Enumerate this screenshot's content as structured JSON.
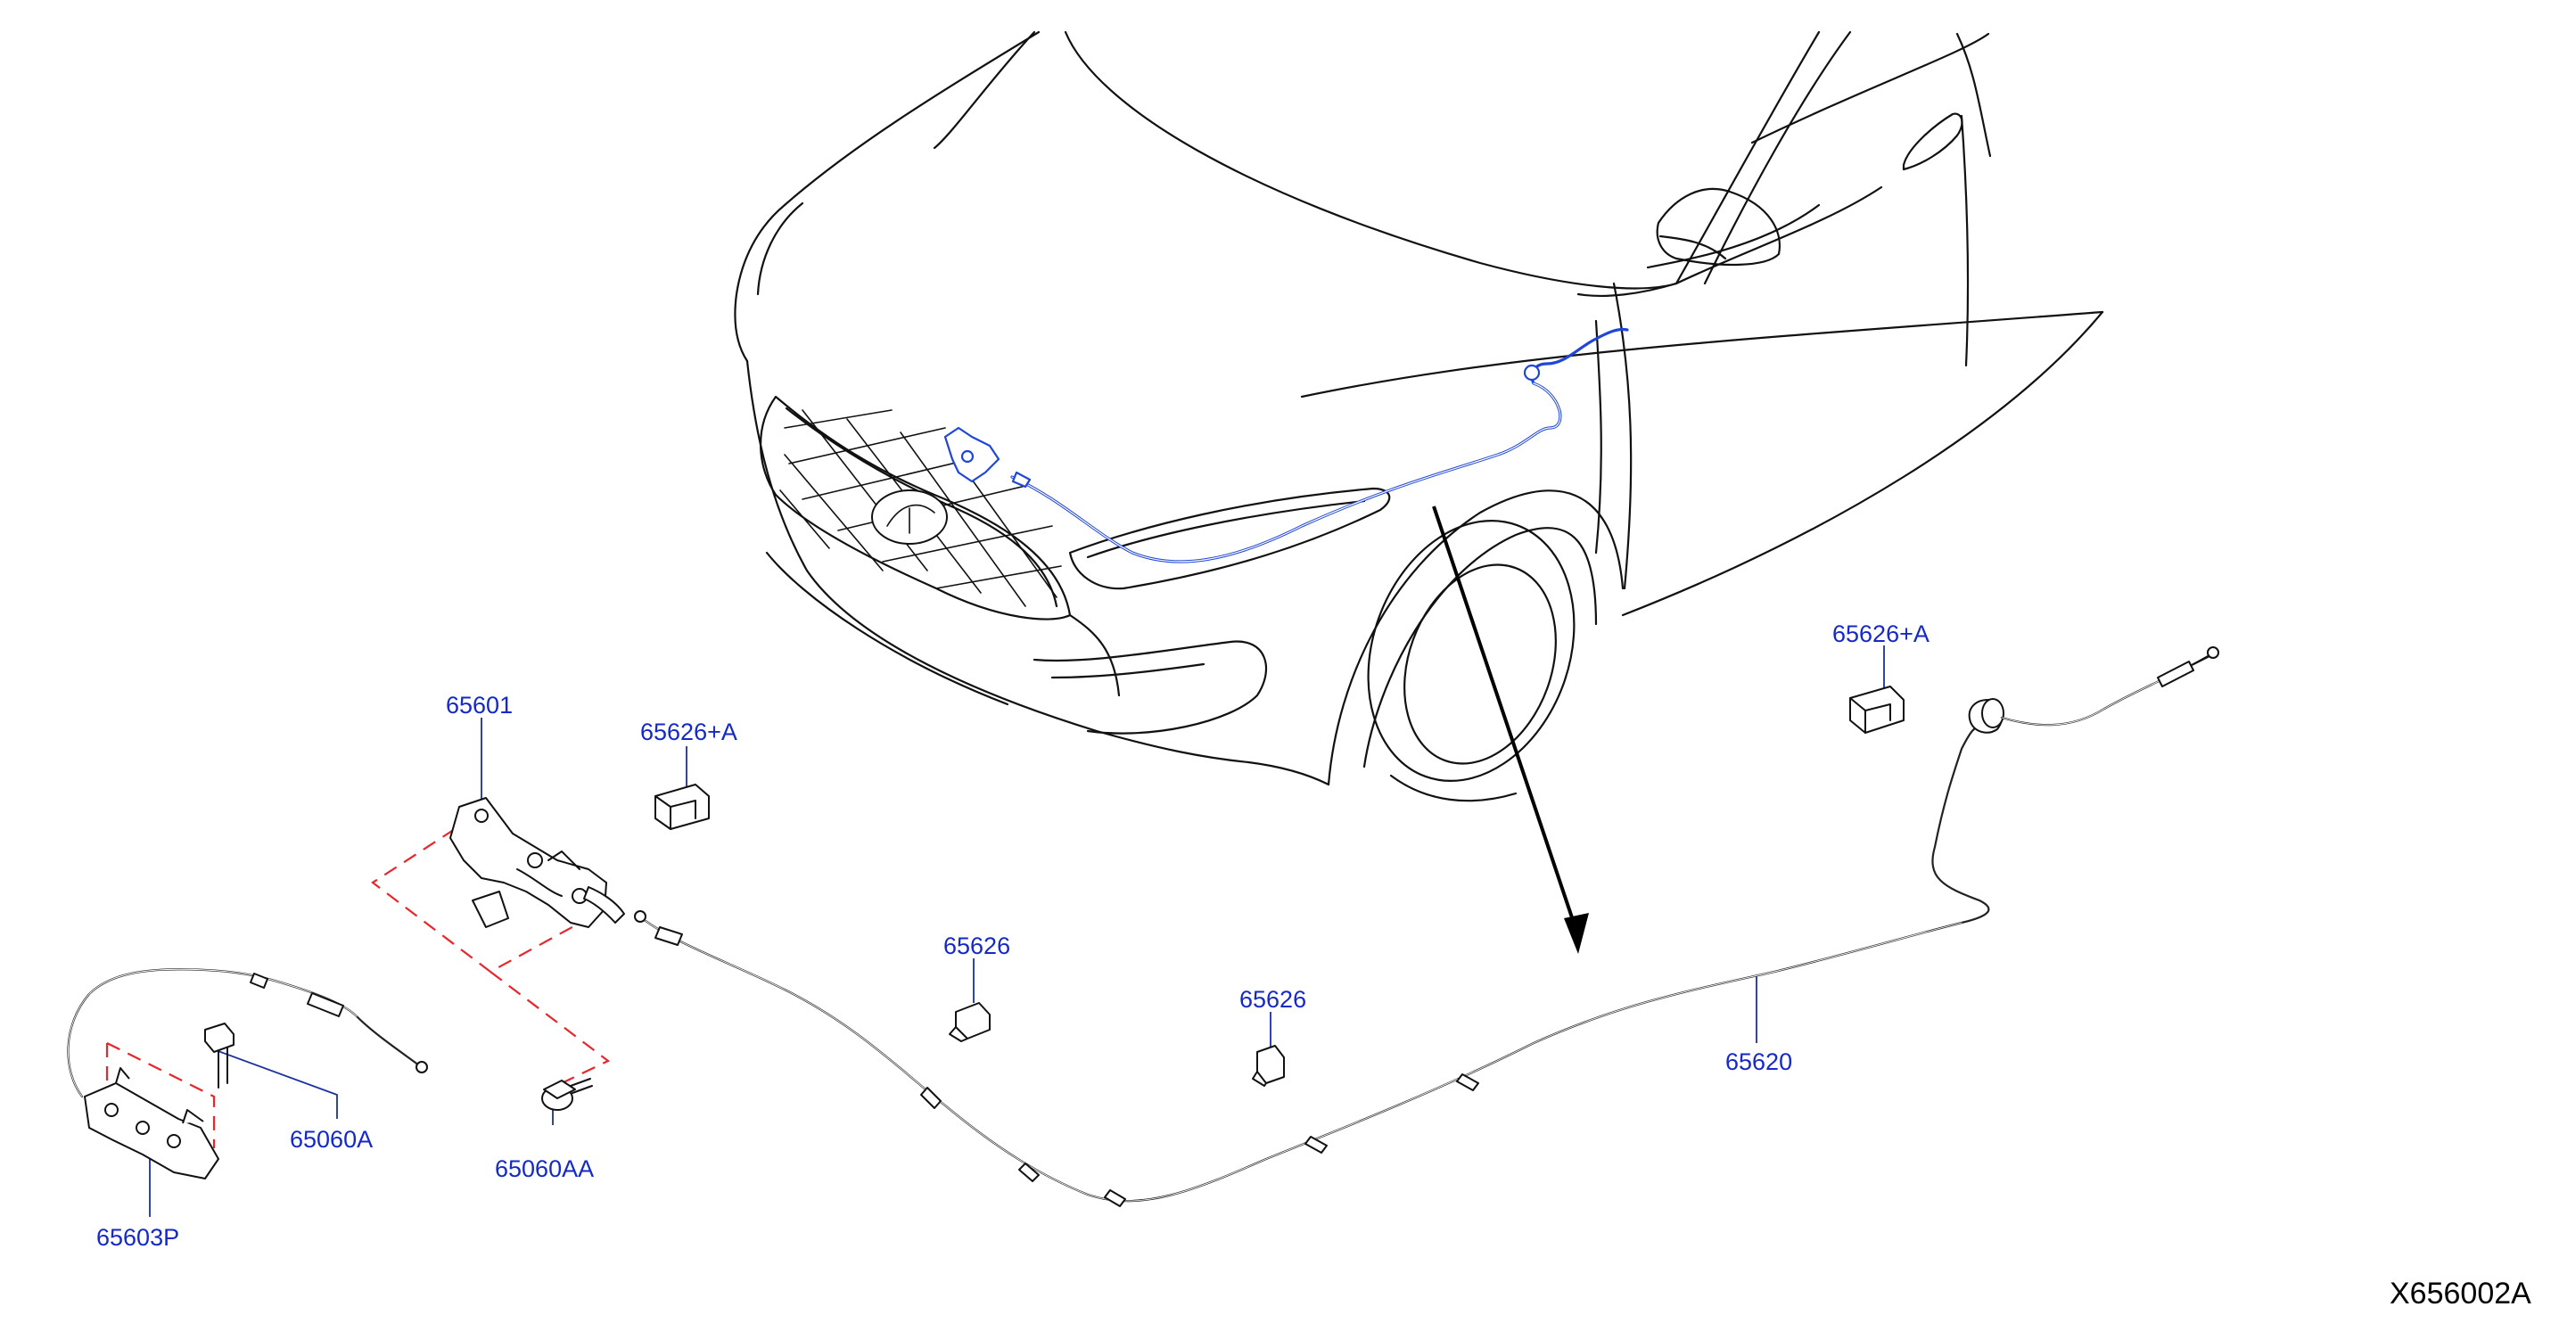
{
  "diagram": {
    "part_labels": {
      "p65601": "65601",
      "p65626a_left": "65626+A",
      "p65626a_right": "65626+A",
      "p65626_left": "65626",
      "p65626_right": "65626",
      "p65620": "65620",
      "p65060a": "65060A",
      "p65060aa": "65060AA",
      "p65603p": "65603P"
    },
    "reference_code": "X656002A",
    "colors": {
      "label_text": "#1529c8",
      "leader_line": "#1a2fa0",
      "highlight_cable": "#1f46d8",
      "dashed_guide": "#e8262b",
      "outline": "#111111"
    }
  }
}
